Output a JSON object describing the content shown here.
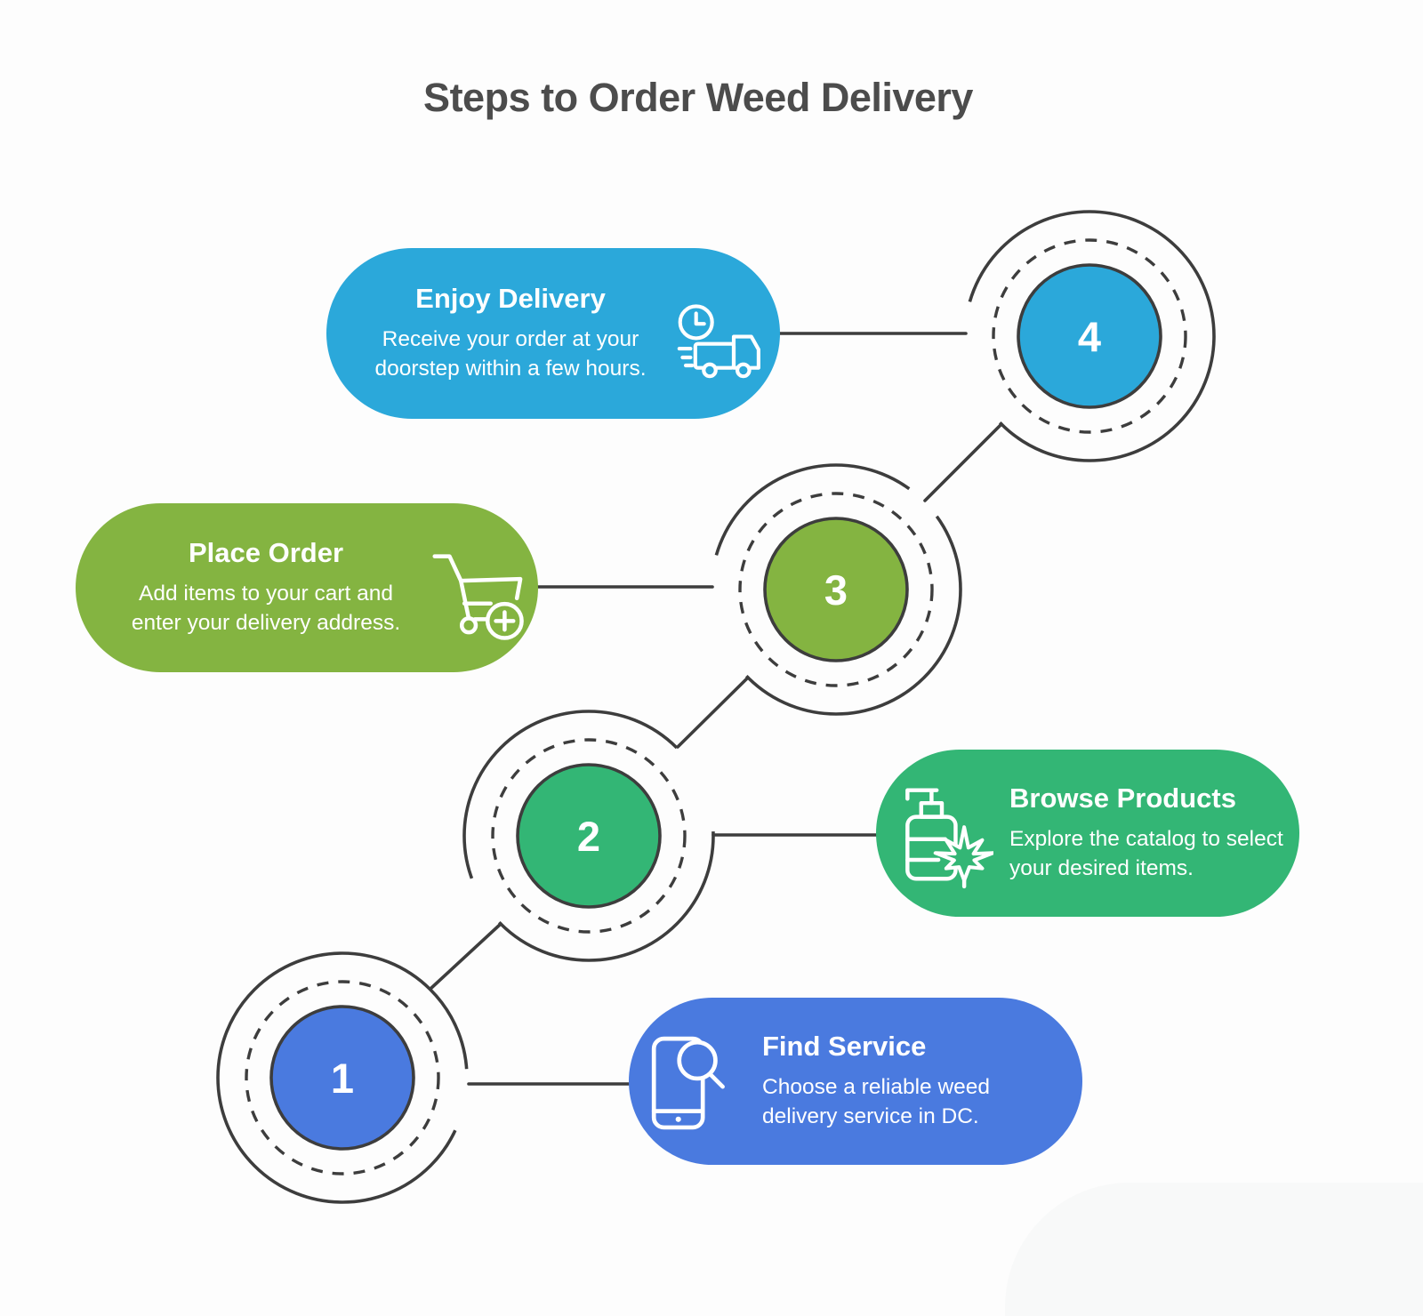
{
  "title": "Steps to Order Weed Delivery",
  "colors": {
    "background": "#FDFDFD",
    "outline": "#3D3D3D",
    "title_text": "#4C4C4C",
    "card_text": "#FFFFFF",
    "corner_blob": "#F8F9F9"
  },
  "steps": [
    {
      "number": "1",
      "label": "Find Service",
      "description": "Choose a reliable weed delivery service in DC.",
      "color": "#4A7ADF",
      "icon": "phone-search-icon"
    },
    {
      "number": "2",
      "label": "Browse Products",
      "description": "Explore the catalog to select your desired items.",
      "color": "#33B675",
      "icon": "pump-bottle-cannabis-leaf-icon"
    },
    {
      "number": "3",
      "label": "Place Order",
      "description": "Add items to your cart and enter your delivery address.",
      "color": "#84B441",
      "icon": "cart-plus-icon"
    },
    {
      "number": "4",
      "label": "Enjoy Delivery",
      "description": "Receive your order at your doorstep within a few hours.",
      "color": "#2BA8DA",
      "icon": "delivery-truck-clock-icon"
    }
  ]
}
